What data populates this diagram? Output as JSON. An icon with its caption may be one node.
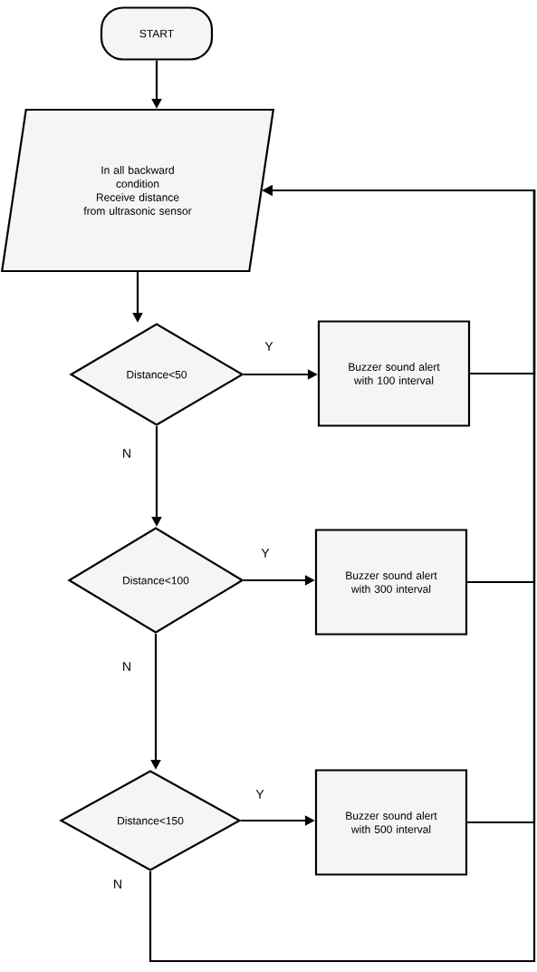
{
  "diagram": {
    "nodes": [
      {
        "text": [
          "START"
        ]
      },
      {
        "text": [
          "In all backward condition",
          "Receive distance from ultrasonic sensor"
        ]
      },
      {
        "text": [
          "Distance<50"
        ]
      },
      {
        "text": [
          "Buzzer sound alert with 100 interval"
        ]
      },
      {
        "text": [
          "Distance<100"
        ]
      },
      {
        "text": [
          "Buzzer sound alert with 300 interval"
        ]
      },
      {
        "text": [
          "Distance<150"
        ]
      },
      {
        "text": [
          "Buzzer sound alert with 500 interval"
        ]
      }
    ],
    "edges": [
      {
        "from": 0,
        "to": 1,
        "arrow": "to"
      },
      {
        "from": 1,
        "to": 2,
        "arrow": "to"
      },
      {
        "from": 2,
        "to": 3,
        "arrow": "to",
        "label": "Y"
      },
      {
        "from": 2,
        "to": 4,
        "arrow": "to",
        "label": "N"
      },
      {
        "from": 4,
        "to": 5,
        "arrow": "to",
        "label": "Y"
      },
      {
        "from": 4,
        "to": 6,
        "arrow": "to",
        "label": "N"
      },
      {
        "from": 6,
        "to": 7,
        "arrow": "to",
        "label": "Y"
      },
      {
        "from": 3,
        "to": 1,
        "arrow": "to"
      },
      {
        "from": 5,
        "to": 1,
        "arrow": "to"
      },
      {
        "from": 7,
        "to": 1,
        "arrow": "to"
      },
      {
        "from": 6,
        "to": 1,
        "arrow": "to",
        "label": "N"
      }
    ]
  }
}
